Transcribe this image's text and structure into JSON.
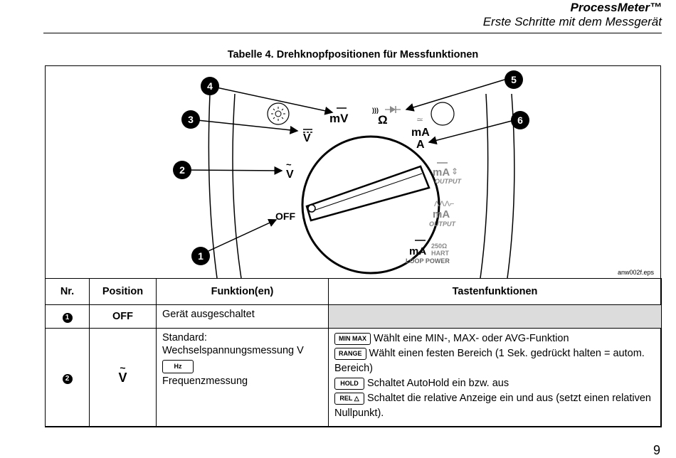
{
  "header": {
    "title": "ProcessMeter™",
    "subtitle": "Erste Schritte mit dem Messgerät"
  },
  "caption": "Tabelle 4. Drehknopfpositionen für Messfunktionen",
  "figure": {
    "id": "anw002f.eps",
    "callouts": [
      "1",
      "2",
      "3",
      "4",
      "5",
      "6"
    ],
    "labels": {
      "off": "OFF",
      "v": "V",
      "mv": "mV",
      "ohm": "Ω",
      "ma": "mA",
      "a": "A",
      "output": "OUTPUT",
      "hart_ohm": "250Ω",
      "hart": "HART",
      "loop_power": "LOOP POWER"
    }
  },
  "table": {
    "headers": [
      "Nr.",
      "Position",
      "Funktion(en)",
      "Tastenfunktionen"
    ],
    "rows": [
      {
        "nr": "1",
        "position": "OFF",
        "funktion": "Gerät ausgeschaltet"
      },
      {
        "nr": "2",
        "position": "V",
        "funktion_1": "Standard: Wechselspannungsmessung V",
        "funktion_key": "Hz",
        "funktion_2": "Frequenzmessung",
        "keys": [
          {
            "key": "MIN MAX",
            "text": "Wählt eine MIN-, MAX- oder AVG-Funktion"
          },
          {
            "key": "RANGE",
            "text": "Wählt einen festen Bereich (1 Sek. gedrückt halten = autom. Bereich)"
          },
          {
            "key": "HOLD",
            "text": "Schaltet AutoHold ein bzw. aus"
          },
          {
            "key": "REL △",
            "text": "Schaltet die relative Anzeige ein und aus (setzt einen relativen Nullpunkt)."
          }
        ]
      }
    ]
  },
  "page_number": "9"
}
